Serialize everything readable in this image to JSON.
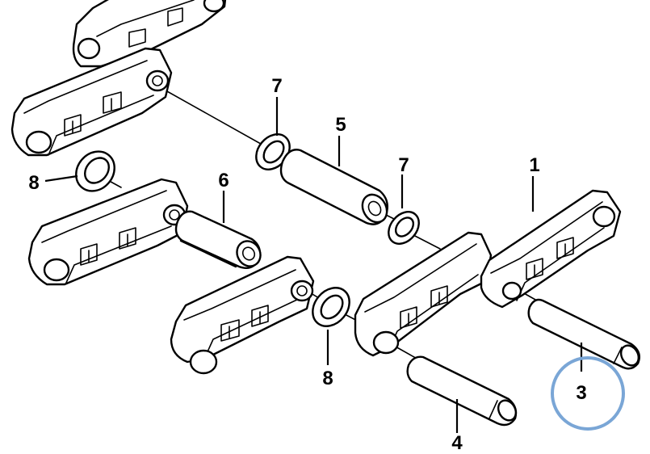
{
  "callouts": {
    "c1": "1",
    "c3": "3",
    "c4": "4",
    "c5": "5",
    "c6": "6",
    "c7a": "7",
    "c7b": "7",
    "c8a": "8",
    "c8b": "8"
  },
  "highlight": {
    "color": "#7aa6d6",
    "target": "3"
  },
  "colors": {
    "line": "#000000",
    "background": "#ffffff"
  }
}
